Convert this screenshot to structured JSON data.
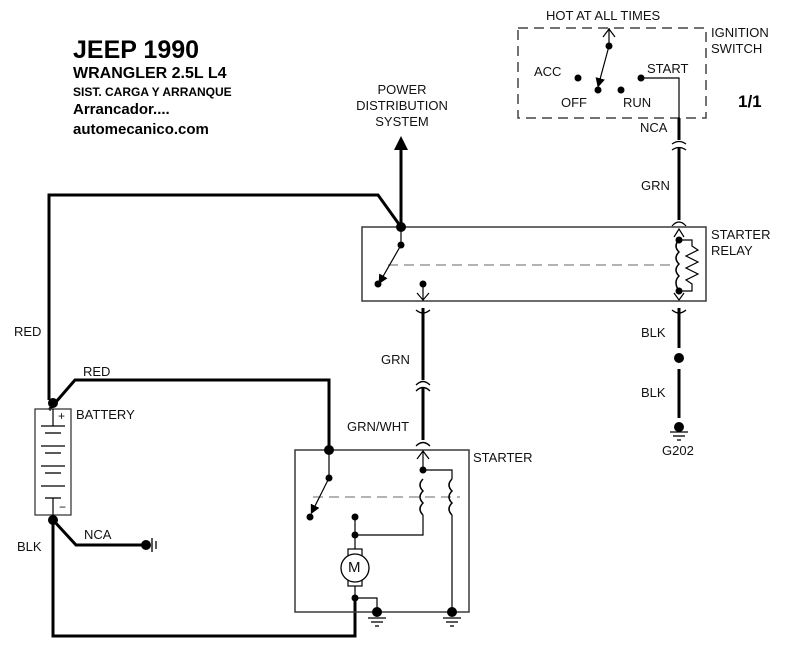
{
  "title": {
    "make_year": "JEEP 1990",
    "model": "WRANGLER  2.5L  L4",
    "system": "SIST. CARGA  Y ARRANQUE",
    "subject": "Arrancador....",
    "website": "automecanico.com"
  },
  "page_number": "1/1",
  "components": {
    "ignition_switch": {
      "name_line1": "IGNITION",
      "name_line2": "SWITCH",
      "hot_label": "HOT AT ALL TIMES",
      "positions": [
        "ACC",
        "OFF",
        "RUN",
        "START"
      ]
    },
    "power_distribution": {
      "line1": "POWER",
      "line2": "DISTRIBUTION",
      "line3": "SYSTEM"
    },
    "starter_relay": {
      "line1": "STARTER",
      "line2": "RELAY"
    },
    "battery": {
      "name": "BATTERY",
      "plus": "+",
      "minus": "−"
    },
    "starter": {
      "name": "STARTER",
      "motor": "M"
    },
    "ground": {
      "name": "G202"
    }
  },
  "wires": {
    "nca_ignition": "NCA",
    "grn_relay_in": "GRN",
    "blk_relay_out": "BLK",
    "blk_ground": "BLK",
    "red_left": "RED",
    "red_battery_starter": "RED",
    "grn_relay_starter": "GRN",
    "grn_wht_starter": "GRN/WHT",
    "nca_battery": "NCA",
    "blk_battery": "BLK"
  },
  "colors": {
    "line": "#000000",
    "box": "#3a3a3a",
    "dash": "#9a9a9a"
  }
}
